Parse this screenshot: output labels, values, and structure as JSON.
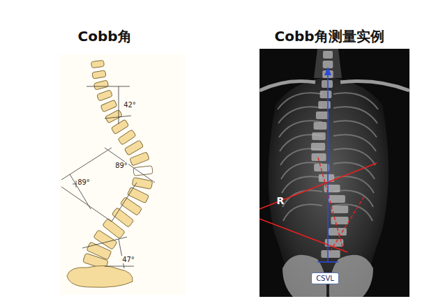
{
  "diagram": {
    "nodes": [
      {
        "text": [
          "CSVL"
        ]
      }
    ],
    "labels": [
      "Cobb角",
      "Cobb角测量实例",
      "42°",
      "89°",
      "89°",
      "47°",
      "R"
    ]
  }
}
